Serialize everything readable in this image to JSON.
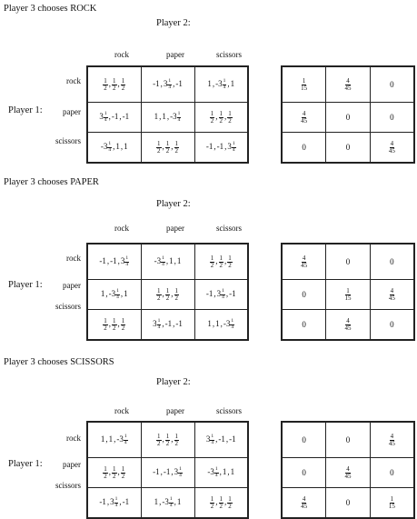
{
  "common": {
    "player2_label": "Player 2:",
    "player1_label": "Player 1:",
    "col_headers": [
      "rock",
      "paper",
      "scissors"
    ],
    "row_headers": [
      "rock",
      "paper",
      "scissors"
    ]
  },
  "sections": [
    {
      "heading": "Player 3 chooses ROCK",
      "payoffs": [
        [
          [
            "1/2",
            "1/2",
            "1/2"
          ],
          [
            "-1",
            "3 1/4",
            "-1"
          ],
          [
            "1",
            "-3 1/4",
            "1"
          ]
        ],
        [
          [
            "3 1/4",
            "-1",
            "-1"
          ],
          [
            "1",
            "1",
            "-3 1/4"
          ],
          [
            "1/2",
            "1/2",
            "1/2"
          ]
        ],
        [
          [
            "-3 1/4",
            "1",
            "1"
          ],
          [
            "1/2",
            "1/2",
            "1/2"
          ],
          [
            "-1",
            "-1",
            "3 1/4"
          ]
        ]
      ],
      "probabilities": [
        [
          "1/15",
          "4/45",
          "0"
        ],
        [
          "4/45",
          "0",
          "0"
        ],
        [
          "0",
          "0",
          "4/45"
        ]
      ]
    },
    {
      "heading": "Player 3 chooses PAPER",
      "payoffs": [
        [
          [
            "-1",
            "-1",
            "3 1/4"
          ],
          [
            "-3 1/4",
            "1",
            "1"
          ],
          [
            "1/2",
            "1/2",
            "1/2"
          ]
        ],
        [
          [
            "1",
            "-3 1/4",
            "1"
          ],
          [
            "1/2",
            "1/2",
            "1/2"
          ],
          [
            "-1",
            "3 1/4",
            "-1"
          ]
        ],
        [
          [
            "1/2",
            "1/2",
            "1/2"
          ],
          [
            "3 1/4",
            "-1",
            "-1"
          ],
          [
            "1",
            "1",
            "-3 1/4"
          ]
        ]
      ],
      "probabilities": [
        [
          "4/45",
          "0",
          "0"
        ],
        [
          "0",
          "1/15",
          "4/45"
        ],
        [
          "0",
          "4/45",
          "0"
        ]
      ]
    },
    {
      "heading": "Player 3 chooses SCISSORS",
      "payoffs": [
        [
          [
            "1",
            "1",
            "-3 1/4"
          ],
          [
            "1/2",
            "1/2",
            "1/2"
          ],
          [
            "3 1/4",
            "-1",
            "-1"
          ]
        ],
        [
          [
            "1/2",
            "1/2",
            "1/2"
          ],
          [
            "-1",
            "-1",
            "3 1/4"
          ],
          [
            "-3 1/4",
            "1",
            "1"
          ]
        ],
        [
          [
            "-1",
            "3 1/4",
            "-1"
          ],
          [
            "1",
            "-3 1/4",
            "1"
          ],
          [
            "1/2",
            "1/2",
            "1/2"
          ]
        ]
      ],
      "probabilities": [
        [
          "0",
          "0",
          "4/45"
        ],
        [
          "0",
          "4/45",
          "0"
        ],
        [
          "4/45",
          "0",
          "1/15"
        ]
      ]
    }
  ]
}
